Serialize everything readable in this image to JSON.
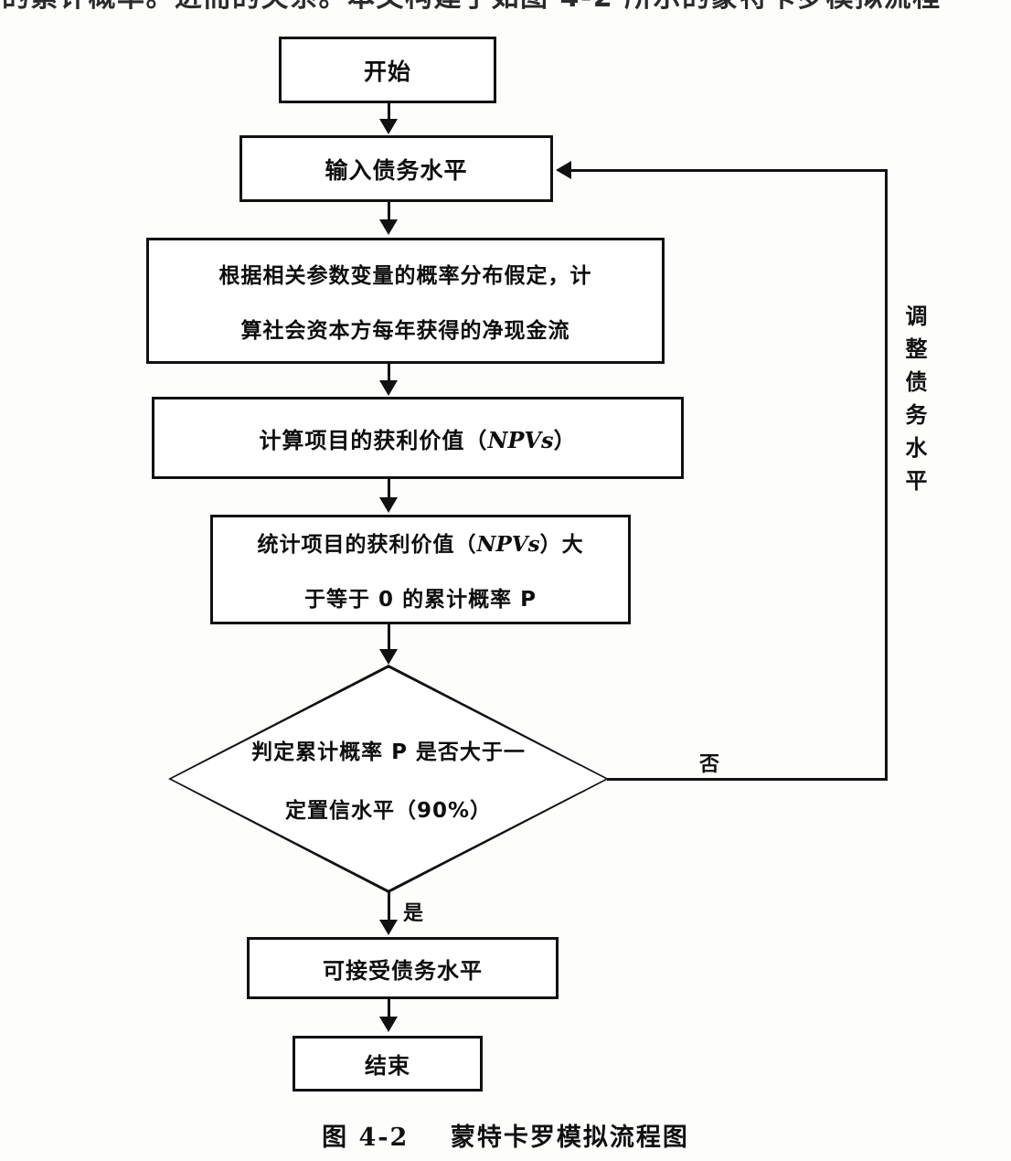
{
  "page": {
    "background_color": "#fdfdfc",
    "ink_color": "#111111",
    "clipped_header_text": "的累计概率。进而的关系。本文构建了如图 4-2 所示的蒙特卡罗模拟流程"
  },
  "caption": {
    "figure_number": "图 4-2",
    "title": "蒙特卡罗模拟流程图"
  },
  "flowchart": {
    "nodes": [
      {
        "id": "start",
        "shape": "rectangle",
        "lines": [
          "开始"
        ]
      },
      {
        "id": "input",
        "shape": "rectangle",
        "lines": [
          "输入债务水平"
        ]
      },
      {
        "id": "simulate",
        "shape": "rectangle",
        "lines": [
          "根据相关参数变量的概率分布假定，计",
          "算社会资本方每年获得的净现金流"
        ]
      },
      {
        "id": "npv",
        "shape": "rectangle",
        "line_prefix": "计算项目的获利价值（",
        "line_italic": "NPVs",
        "line_suffix": "）"
      },
      {
        "id": "prob",
        "shape": "rectangle",
        "line1_prefix": "统计项目的获利价值（",
        "line1_italic": "NPVs",
        "line1_suffix": "）大",
        "line2": "于等于 0 的累计概率 P"
      },
      {
        "id": "decision",
        "shape": "diamond",
        "lines": [
          "判定累计概率 P 是否大于一",
          "定置信水平（90%）"
        ]
      },
      {
        "id": "accept",
        "shape": "rectangle",
        "lines": [
          "可接受债务水平"
        ]
      },
      {
        "id": "end",
        "shape": "rectangle",
        "lines": [
          "结束"
        ]
      }
    ],
    "edge_labels": {
      "yes": "是",
      "no": "否",
      "feedback_loop": "调整债务水平"
    }
  }
}
